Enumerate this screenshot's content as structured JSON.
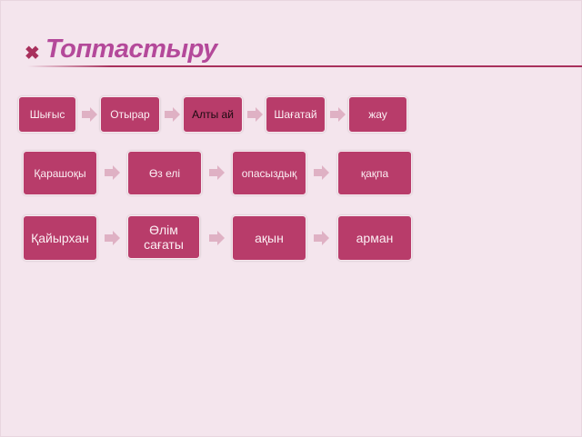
{
  "title": "Топтастыру",
  "rows": [
    [
      "Шығыс",
      "Отырар",
      "Алты ай",
      "Шағатай",
      "жау"
    ],
    [
      "Қарашоқы",
      "Өз елі",
      "опасыздық",
      "қақпа"
    ],
    [
      "Қайырхан",
      "Өлім сағаты",
      "ақын",
      "арман"
    ]
  ],
  "colors": {
    "box": "#b83c6a",
    "arrow": "#dfb1c4",
    "title": "#b4499a"
  }
}
